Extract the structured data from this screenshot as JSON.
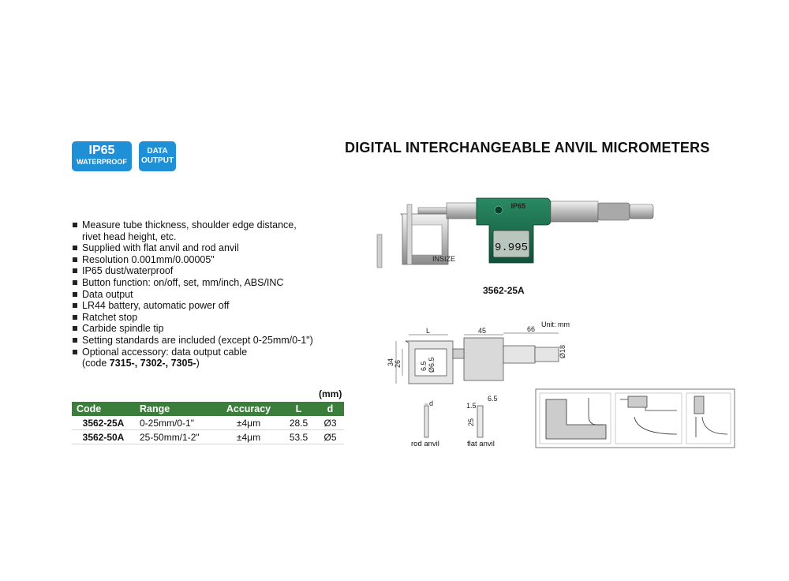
{
  "badges": {
    "ip65": {
      "main": "IP65",
      "sub": "WATERPROOF"
    },
    "data_output": {
      "line1": "DATA",
      "line2": "OUTPUT"
    }
  },
  "title": "DIGITAL INTERCHANGEABLE ANVIL MICROMETERS",
  "features": [
    {
      "text": "Measure tube thickness, shoulder edge distance,",
      "cont": "rivet head height, etc."
    },
    {
      "text": "Supplied with flat anvil and rod anvil"
    },
    {
      "text": "Resolution 0.001mm/0.00005\""
    },
    {
      "text": "IP65 dust/waterproof"
    },
    {
      "text": "Button function: on/off, set, mm/inch, ABS/INC"
    },
    {
      "text": "Data output"
    },
    {
      "text": "LR44 battery, automatic power off"
    },
    {
      "text": "Ratchet stop"
    },
    {
      "text": "Carbide spindle tip"
    },
    {
      "text": "Setting standards are included (except 0-25mm/0-1\")"
    },
    {
      "text": "Optional accessory: data output cable",
      "cont_pre": "(code ",
      "cont_bold": "7315-, 7302-, 7305-",
      "cont_post": ")"
    }
  ],
  "table": {
    "unit": "(mm)",
    "headers": [
      "Code",
      "Range",
      "Accuracy",
      "L",
      "d"
    ],
    "rows": [
      [
        "3562-25A",
        "0-25mm/0-1\"",
        "±4μm",
        "28.5",
        "Ø3"
      ],
      [
        "3562-50A",
        "25-50mm/1-2\"",
        "±4μm",
        "53.5",
        "Ø5"
      ]
    ]
  },
  "product": {
    "caption": "3562-25A",
    "display_ip": "IP65",
    "display_reading": "9.995"
  },
  "drawing": {
    "unit": "Unit: mm",
    "dims": {
      "L": "L",
      "d45": "45",
      "d66": "66",
      "d18": "Ø18",
      "d34": "34",
      "d26": "26",
      "d65": "6.5",
      "dd65": "Ø6.5"
    },
    "rod_anvil": {
      "label": "rod anvil",
      "d": "d"
    },
    "flat_anvil": {
      "label": "flat anvil",
      "d15": "1.5",
      "d65": "6.5",
      "d25": "25"
    }
  },
  "colors": {
    "badge": "#1f8fd6",
    "table_header": "#3b7d3b",
    "display": "#1a6b4c"
  }
}
